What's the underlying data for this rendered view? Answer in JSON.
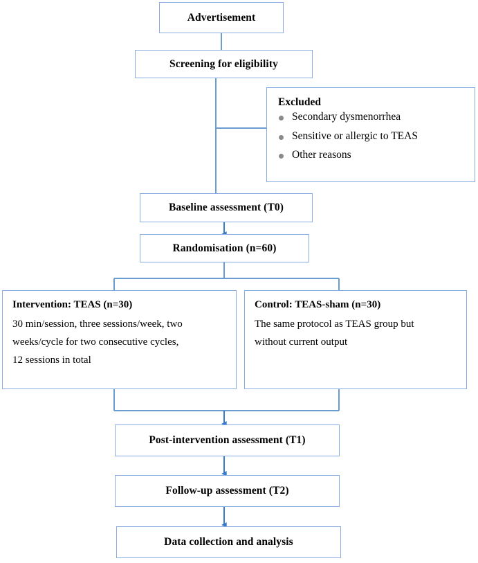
{
  "diagram": {
    "title": "CONSORT-style study flow diagram",
    "colors": {
      "box_border": "#89ade0",
      "connector_line": "#6a9bd1",
      "arrow_fill": "#3a7bc8",
      "bullet": "#8a8a8a",
      "background": "#ffffff",
      "text": "#000000"
    },
    "nodes": {
      "advertisement": {
        "label": "Advertisement"
      },
      "screening": {
        "label": "Screening for eligibility"
      },
      "excluded": {
        "title": "Excluded",
        "items": [
          "Secondary dysmenorrhea",
          "Sensitive or allergic to TEAS",
          "Other reasons"
        ]
      },
      "baseline": {
        "label": "Baseline assessment (T0)"
      },
      "randomisation": {
        "label": "Randomisation (n=60)"
      },
      "intervention": {
        "title": "Intervention: TEAS (n=30)",
        "lines": [
          "30 min/session, three sessions/week, two",
          "weeks/cycle for two consecutive cycles,",
          "12 sessions in total"
        ]
      },
      "control": {
        "title": "Control: TEAS-sham (n=30)",
        "lines": [
          "The same protocol as TEAS group but",
          "without current output"
        ]
      },
      "post_intervention": {
        "label": "Post-intervention assessment (T1)"
      },
      "follow_up": {
        "label": "Follow-up assessment (T2)"
      },
      "data_collection": {
        "label": "Data collection and analysis"
      }
    }
  }
}
